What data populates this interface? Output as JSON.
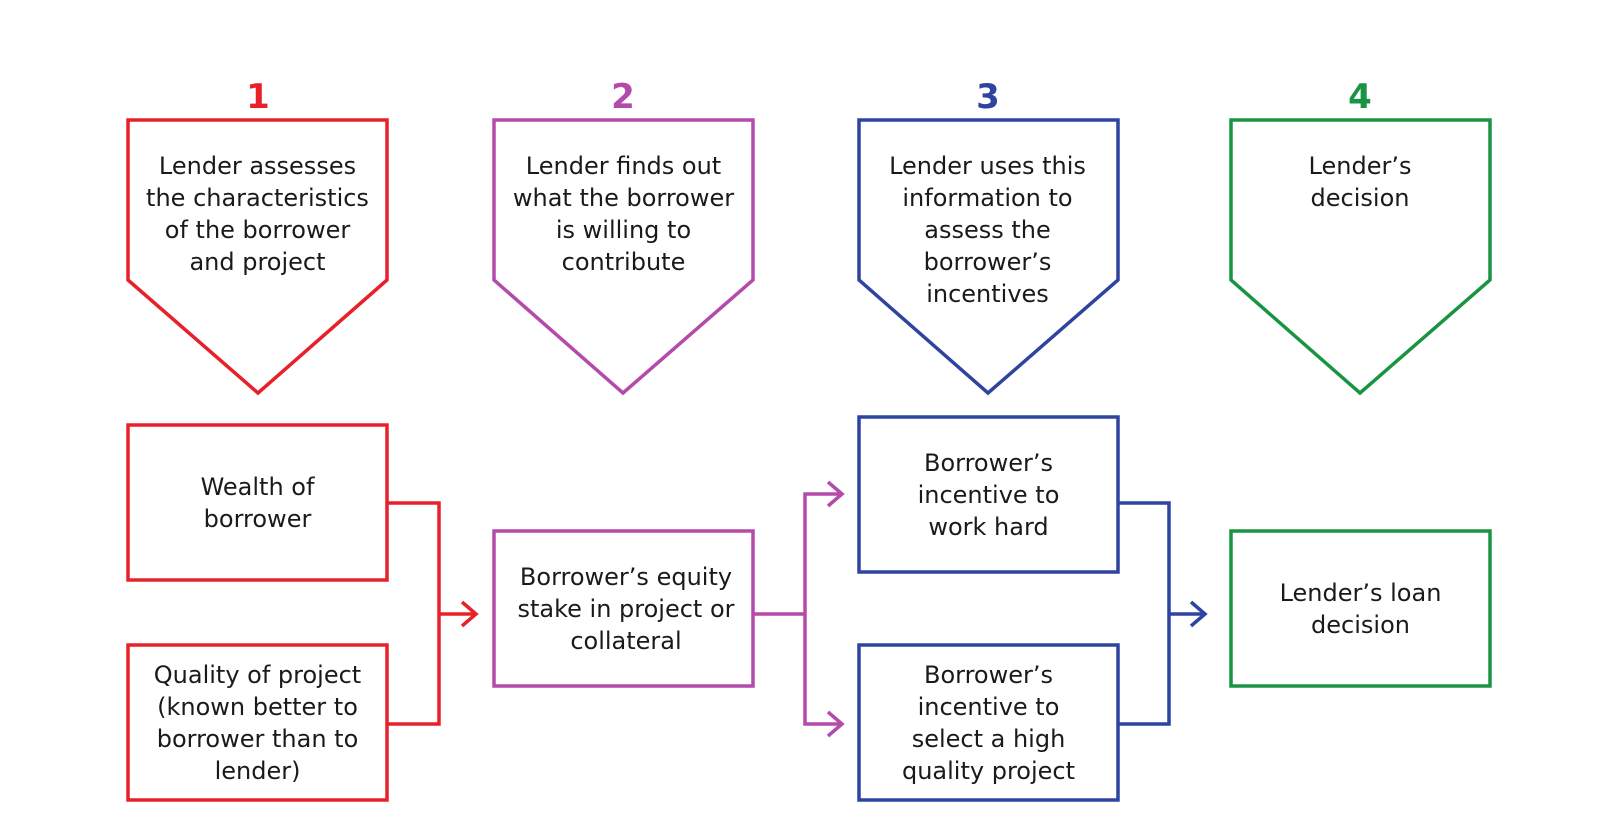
{
  "colors": {
    "stage1": "#e8202a",
    "stage2": "#b44aaa",
    "stage3": "#2e44a0",
    "stage4": "#1a9442",
    "text": "#1a1a1a"
  },
  "stages": [
    {
      "number": "1",
      "header": "Lender assesses the characteristics of the borrower and project"
    },
    {
      "number": "2",
      "header": "Lender finds out what the borrower is willing to contribute"
    },
    {
      "number": "3",
      "header": "Lender uses this information to assess the borrower’s incentives"
    },
    {
      "number": "4",
      "header": "Lender’s decision"
    }
  ],
  "boxes": {
    "wealth": "Wealth of borrower",
    "quality": "Quality of project (known better to borrower than to lender)",
    "equity": "Borrower’s equity stake in project or collateral",
    "work_hard": "Borrower’s incentive to work hard",
    "select_project": "Borrower’s incentive to select a high quality project",
    "loan_decision": "Lender’s loan decision"
  }
}
